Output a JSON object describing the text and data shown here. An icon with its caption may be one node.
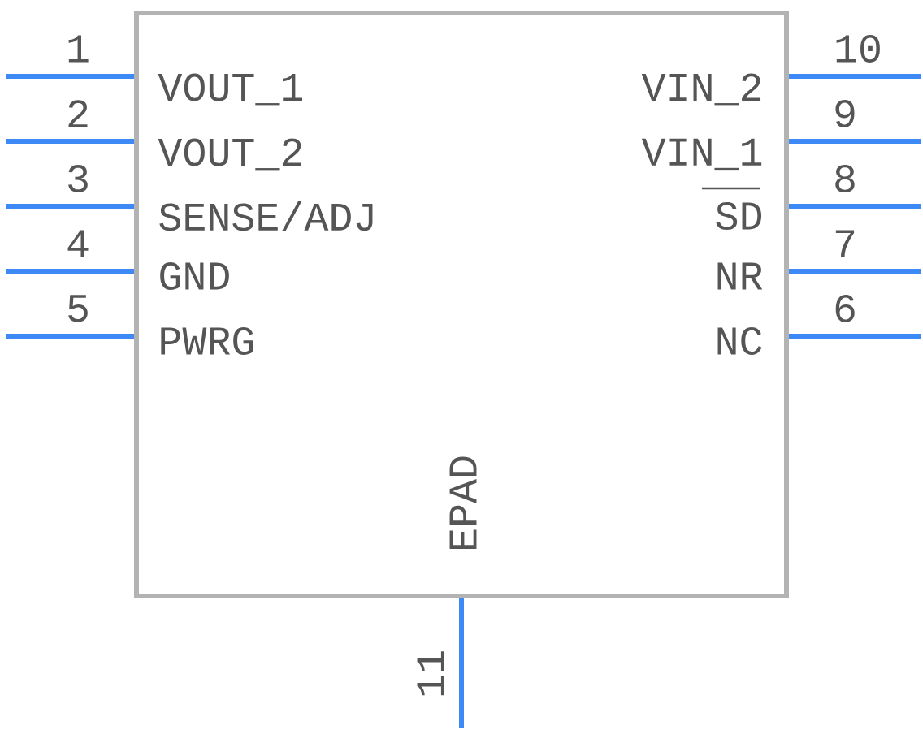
{
  "diagram": {
    "nodes": [
      {
        "text": [
          "VOUT_1",
          "VIN_2",
          "VOUT_2",
          "VIN_1",
          "SENSE/ADJ",
          "SD",
          "GND",
          "NR",
          "PWRG",
          "NC",
          "EPAD"
        ]
      }
    ],
    "labels": [
      "1",
      "2",
      "3",
      "4",
      "5",
      "6",
      "7",
      "8",
      "9",
      "10",
      "11"
    ]
  }
}
